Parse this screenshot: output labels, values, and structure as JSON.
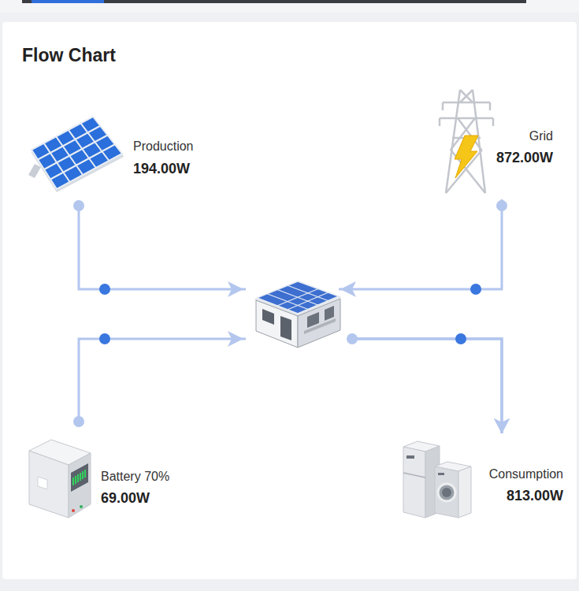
{
  "diagram": {
    "title": "Flow Chart",
    "nodes": [
      {
        "text": [
          "Production",
          "194.00W"
        ]
      },
      {
        "text": [
          "Grid",
          "872.00W"
        ]
      },
      {
        "text": [
          "Battery 70%",
          "69.00W"
        ]
      },
      {
        "text": [
          "Consumption",
          "813.00W"
        ]
      }
    ],
    "edges": [
      {
        "from": 0,
        "to": 3,
        "arrow": "to"
      },
      {
        "from": 1,
        "to": 3,
        "arrow": "to"
      },
      {
        "from": 2,
        "to": 3,
        "arrow": "to"
      }
    ]
  }
}
